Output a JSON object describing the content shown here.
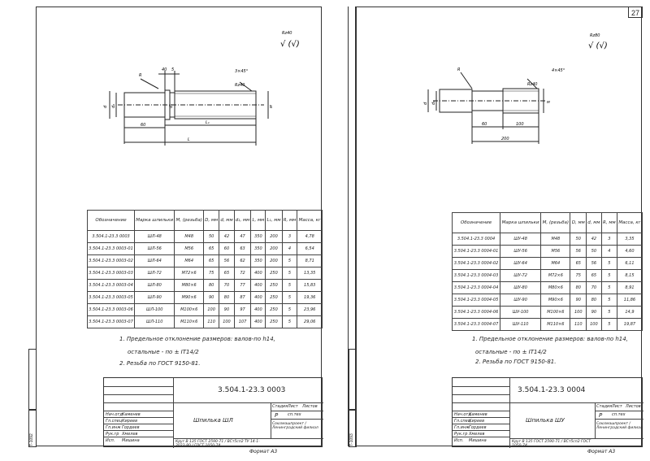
{
  "page_number": "27",
  "left": {
    "roughness": "Rz40",
    "roughness_symbol": "√ (√)",
    "dims": {
      "d": "d",
      "d1": "d₁",
      "d2": "d₂",
      "m": "м",
      "r": "R",
      "dim40": "40",
      "dim5": "5",
      "chamfer": "3×45°",
      "rz": "Rz40",
      "dim60": "60",
      "l1": "L₁",
      "l": "L"
    },
    "headers": [
      "Обозначение",
      "Марка шпильки",
      "М, (резьба)",
      "D, мм",
      "d, мм",
      "d₁, мм",
      "L, мм",
      "L₁, мм",
      "R, мм",
      "Масса, кг"
    ],
    "rows": [
      [
        "3.504.1-23.3 0003",
        "ШЛ-48",
        "М48",
        "50",
        "42",
        "47",
        "350",
        "200",
        "3",
        "4,78"
      ],
      [
        "3.504.1-23.3 0003-01",
        "ШЛ-56",
        "М56",
        "65",
        "60",
        "63",
        "350",
        "200",
        "4",
        "6,54"
      ],
      [
        "3.504.1-23.3 0003-02",
        "ШЛ-64",
        "М64",
        "65",
        "56",
        "62",
        "350",
        "200",
        "5",
        "8,71"
      ],
      [
        "3.504.1-23.3 0003-03",
        "ШЛ-72",
        "М72×6",
        "75",
        "65",
        "72",
        "400",
        "250",
        "5",
        "13,35"
      ],
      [
        "3.504.1-23.3 0003-04",
        "ШЛ-80",
        "М80×6",
        "80",
        "70",
        "77",
        "400",
        "250",
        "5",
        "15,83"
      ],
      [
        "3.504.1-23.3 0003-05",
        "ШЛ-90",
        "М90×6",
        "90",
        "80",
        "87",
        "400",
        "250",
        "5",
        "19,36"
      ],
      [
        "3.504.1-23.3 0003-06",
        "ШЛ-100",
        "М100×6",
        "100",
        "90",
        "97",
        "400",
        "250",
        "5",
        "23,96"
      ],
      [
        "3.504.1-23.3 0003-07",
        "ШЛ-110",
        "М110×6",
        "110",
        "100",
        "107",
        "400",
        "250",
        "5",
        "29,06"
      ]
    ],
    "note1": "1. Предельное отклонение размеров: валов-по h14,",
    "note1b": "остальные - по ± IT14/2",
    "note2": "2. Резьба   по   ГОСТ   9150-81.",
    "code": "3.504.1-23.3 0003",
    "title": "Шпилька ШЛ",
    "stage": "Стадия",
    "sheet": "Лист",
    "sheets": "Листов",
    "stage_val": "Р",
    "sheet_val": "сп.тех",
    "material": "Круг  В 135 ГОСТ 2590-71 / ВСт5сп2 ТУ 14-1-3023-80 / ГОСТ 1050-74",
    "org": "Союзмашпроект / Ленинградский филиал",
    "format": "Формат А3",
    "sig_roles": [
      "Нач.отд",
      "Гл.спец",
      "Гл.инж",
      "Рук.гр",
      "Исп."
    ],
    "sig_names": [
      "Каменев",
      "Киреев",
      "Гордеев",
      "Хмелев",
      "Мишина"
    ],
    "inv": "Т-1092"
  },
  "right": {
    "roughness": "Rz80",
    "roughness_symbol": "√ (√)",
    "dims": {
      "d": "d",
      "d1": "d₁",
      "m": "м",
      "r": "R",
      "chamfer": "4×45°",
      "rz": "Rz40",
      "dim60": "60",
      "dim100": "100",
      "dim200": "200"
    },
    "headers": [
      "Обозначение",
      "Марка шпильки",
      "М, (резьба)",
      "D, мм",
      "d, мм",
      "R, мм",
      "Масса, кг"
    ],
    "rows": [
      [
        "3.504.1-23.3 0004",
        "ШУ-48",
        "М48",
        "50",
        "42",
        "3",
        "3,35"
      ],
      [
        "3.504.1-23.3 0004-01",
        "ШУ-56",
        "М56",
        "56",
        "50",
        "4",
        "4,60"
      ],
      [
        "3.504.1-23.3 0004-02",
        "ШУ-64",
        "М64",
        "65",
        "56",
        "5",
        "6,11"
      ],
      [
        "3.504.1-23.3 0004-03",
        "ШУ-72",
        "М72×6",
        "75",
        "65",
        "5",
        "8,15"
      ],
      [
        "3.504.1-23.3 0004-04",
        "ШУ-80",
        "М80×6",
        "80",
        "70",
        "5",
        "8,91"
      ],
      [
        "3.504.1-23.3 0004-05",
        "ШУ-90",
        "М90×6",
        "90",
        "80",
        "5",
        "11,86"
      ],
      [
        "3.504.1-23.3 0004-06",
        "ШУ-100",
        "М100×6",
        "100",
        "90",
        "5",
        "14,9"
      ],
      [
        "3.504.1-23.3 0004-07",
        "ШУ-110",
        "М110×6",
        "110",
        "100",
        "5",
        "19,87"
      ]
    ],
    "note1": "1. Предельное отклонение размеров: валов-по h14,",
    "note1b": "остальные - по ± IT14/2",
    "note2": "2. Резьба   по   ГОСТ   9150-81.",
    "code": "3.504.1-23.3 0004",
    "title": "Шпилька ШУ",
    "stage": "Стадия",
    "sheet": "Лист",
    "sheets": "Листов",
    "stage_val": "Р",
    "sheet_val": "сп.тех",
    "material": "Круг  В 135 ГОСТ 2590-71 / ВСт5сп2 ГОСТ 1050-74",
    "org": "Союзмашпроект / Ленинградский филиал",
    "format": "Формат А3",
    "sig_roles": [
      "Нач.отд",
      "Гл.спец",
      "Гл.инж",
      "Рук.гр",
      "Исп."
    ],
    "sig_names": [
      "Каменев",
      "Киреев",
      "Гордеев",
      "Хмелев",
      "Мишина"
    ],
    "inv": "Т-1093"
  }
}
